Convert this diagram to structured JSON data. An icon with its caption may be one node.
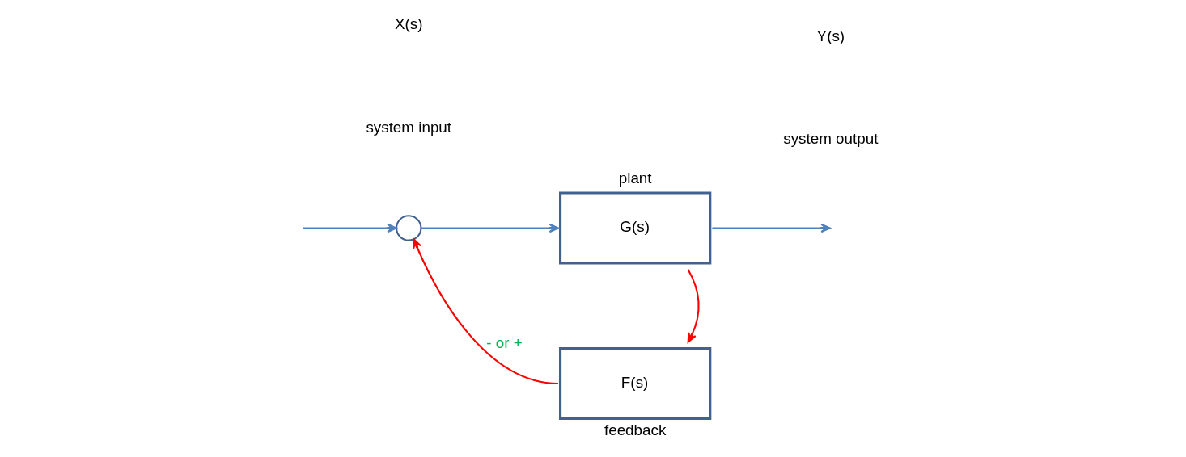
{
  "diagram": {
    "nodes": [
      {
        "text": [],
        "shape": "circle"
      },
      {
        "text": [
          "G(s)"
        ],
        "beside": [
          "plant"
        ]
      },
      {
        "text": [
          "F(s)"
        ],
        "beside": [
          "feedback"
        ]
      }
    ],
    "edges": [
      {
        "from": null,
        "to": 0,
        "arrow": "to"
      },
      {
        "from": 0,
        "to": 1,
        "arrow": "to"
      },
      {
        "from": 1,
        "to": null,
        "arrow": "to"
      },
      {
        "from": 1,
        "to": 2,
        "arrow": "to",
        "color": "#ff0000"
      },
      {
        "from": 2,
        "to": 0,
        "arrow": "to",
        "color": "#ff0000",
        "label": "- or +"
      }
    ],
    "labels": [
      "X(s)",
      "system input",
      "Y(s)",
      "system output"
    ]
  }
}
